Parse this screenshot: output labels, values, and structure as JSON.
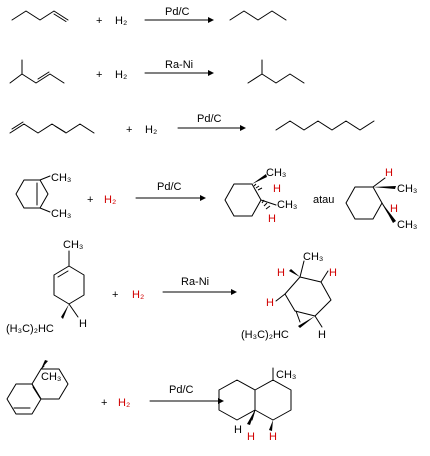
{
  "reactions": [
    {
      "plus": "+",
      "reagent": "H₂",
      "catalyst": "Pd/C"
    },
    {
      "plus": "+",
      "reagent": "H₂",
      "catalyst": "Ra-Ni"
    },
    {
      "plus": "+",
      "reagent": "H₂",
      "catalyst": "Pd/C"
    },
    {
      "plus": "+",
      "reagent": "H₂",
      "catalyst": "Pd/C",
      "reactant_labels": [
        "CH₃",
        "CH₃"
      ],
      "product_labels": [
        "CH₃",
        "H",
        "CH₃",
        "H"
      ],
      "connector": "atau",
      "alt_product_labels": [
        "H",
        "CH₃",
        "H",
        "CH₃"
      ]
    },
    {
      "plus": "+",
      "reagent": "H₂",
      "catalyst": "Ra-Ni",
      "reactant_labels": [
        "CH₃",
        "(H₃C)₂HC",
        "H"
      ],
      "product_labels": [
        "CH₃",
        "H",
        "H",
        "H",
        "(H₃C)₂HC",
        "H"
      ]
    },
    {
      "plus": "+",
      "reagent": "H₂",
      "catalyst": "Pd/C",
      "reactant_labels": [
        "CH₃"
      ],
      "product_labels": [
        "CH₃",
        "H",
        "H",
        "H"
      ]
    }
  ]
}
